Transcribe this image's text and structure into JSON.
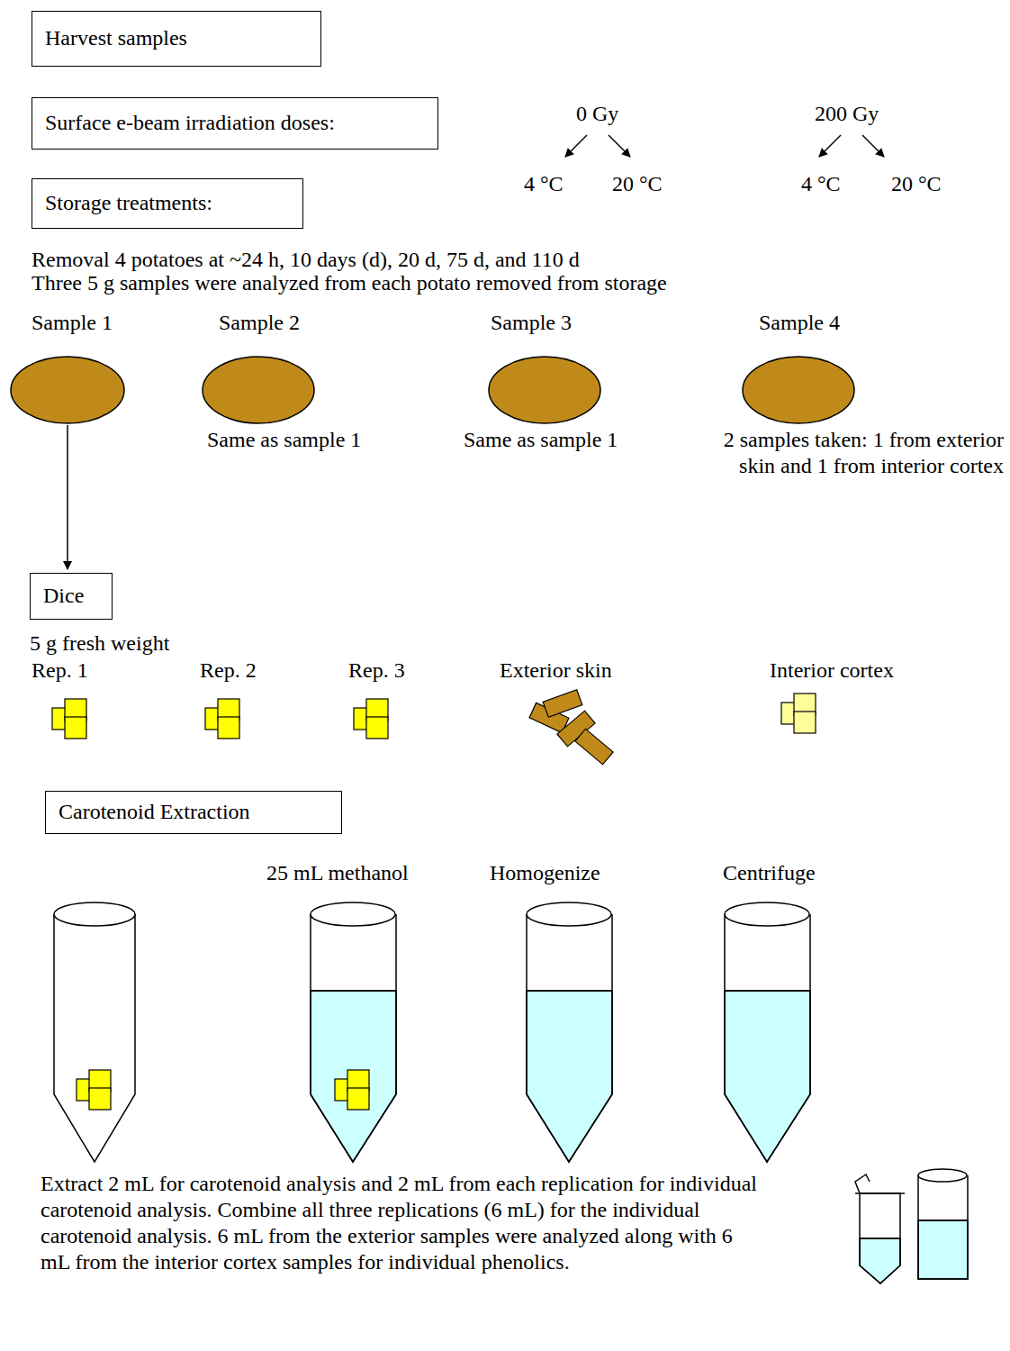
{
  "diagram": {
    "nodes": [
      {
        "text": [
          "Harvest samples"
        ]
      },
      {
        "text": [
          "Surface e-beam irradiation doses:"
        ]
      },
      {
        "text": [
          "Storage treatments:"
        ]
      },
      {
        "text": [
          "Dice"
        ]
      },
      {
        "text": [
          "Carotenoid Extraction"
        ]
      }
    ],
    "labels": [
      "0 Gy",
      "200 Gy",
      "4 °C",
      "20 °C",
      "4 °C",
      "20 °C",
      "Removal 4 potatoes at ~24 h, 10 days (d), 20 d, 75 d, and 110 d",
      "Three 5 g samples were analyzed from each potato removed from storage",
      "Sample 1",
      "Sample 2",
      "Sample 3",
      "Sample 4",
      "Same as sample 1",
      "Same as sample 1",
      "2 samples taken: 1 from exterior skin and 1 from interior cortex",
      "5 g fresh weight",
      "Rep. 1",
      "Rep. 2",
      "Rep. 3",
      "Exterior skin",
      "Interior cortex",
      "25 mL methanol",
      "Homogenize",
      "Centrifuge",
      "Extract 2 mL for carotenoid analysis and 2 mL from each replication for individual carotenoid analysis. Combine all three replications (6 mL) for the individual carotenoid analysis. 6 mL from the exterior samples were analyzed along with 6 mL from the interior cortex samples for individual phenolics."
    ]
  }
}
